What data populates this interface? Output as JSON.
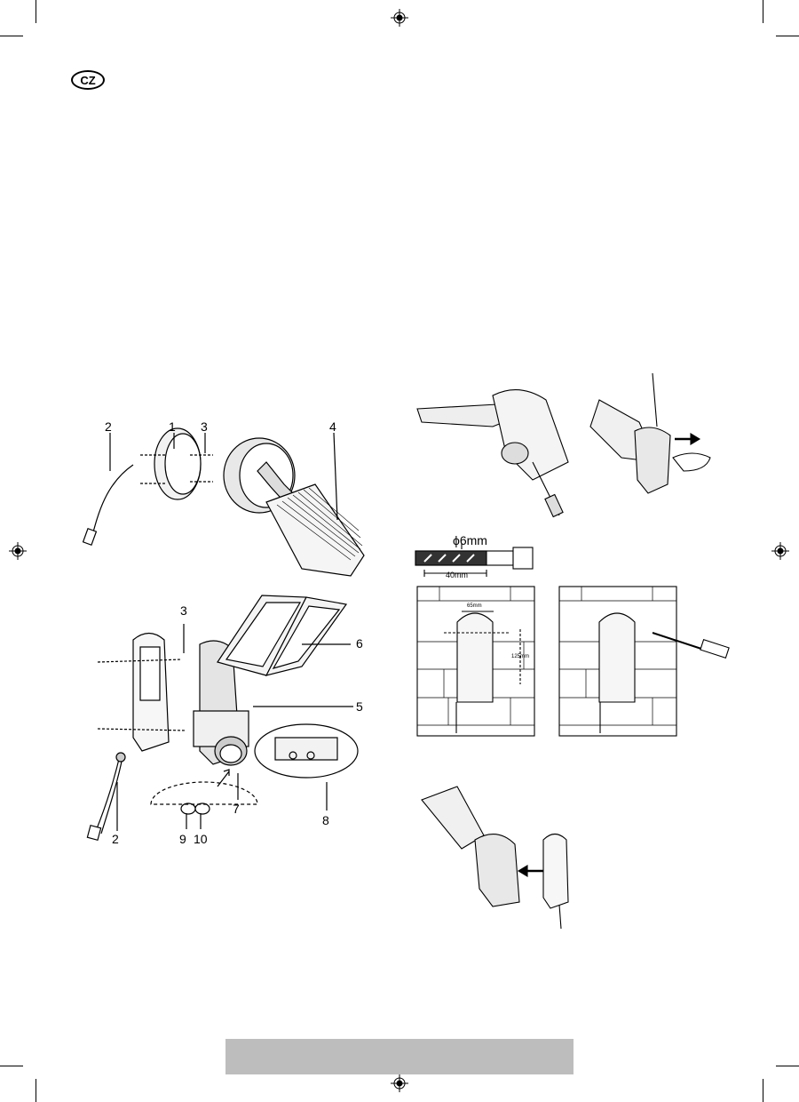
{
  "language_badge": "CZ",
  "callouts": {
    "top_figure": [
      "2",
      "1",
      "3",
      "4"
    ],
    "bottom_figure": [
      "3",
      "6",
      "5",
      "7",
      "8",
      "2",
      "9",
      "10"
    ]
  },
  "drill": {
    "diameter_label": "ϕ6mm",
    "depth_label": "40mm"
  },
  "wall_template": {
    "width_label": "65mm",
    "height_label": "125mm"
  }
}
